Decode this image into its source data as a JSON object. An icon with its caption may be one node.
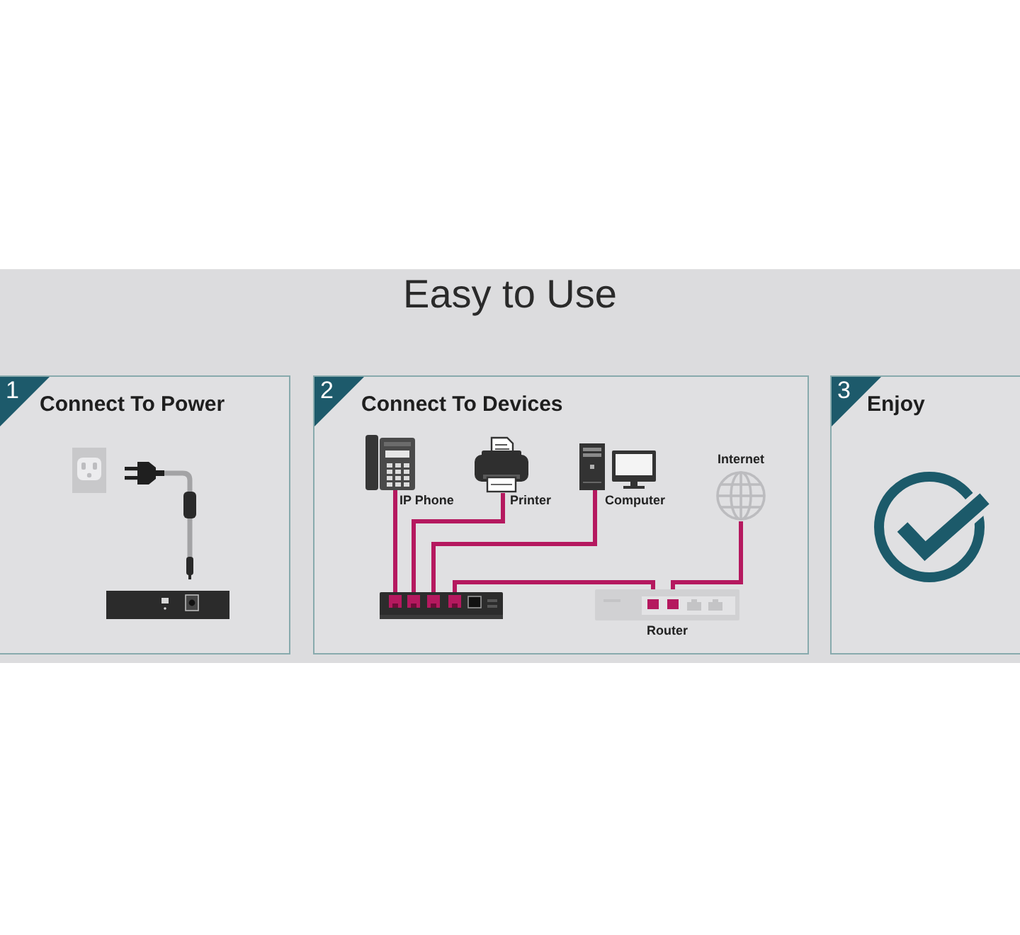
{
  "diagram": {
    "title": "Easy to Use",
    "nodes": [
      {
        "text": [
          "1",
          "Connect To Power"
        ]
      },
      {
        "text": [
          "2",
          "Connect To Devices"
        ]
      },
      {
        "text": [],
        "shape": "picture",
        "in": 1,
        "beside": [
          "IP Phone"
        ]
      },
      {
        "text": [],
        "shape": "picture",
        "in": 1,
        "beside": [
          "Printer"
        ]
      },
      {
        "text": [],
        "shape": "picture",
        "in": 1,
        "beside": [
          "Computer"
        ]
      },
      {
        "text": [],
        "shape": "picture",
        "in": 1,
        "beside": [
          "Internet"
        ]
      },
      {
        "text": [],
        "shape": "picture",
        "in": 1
      },
      {
        "text": [],
        "shape": "picture",
        "in": 1,
        "beside": [
          "Router"
        ]
      },
      {
        "text": [
          "3",
          "Enjoy"
        ]
      }
    ],
    "edges": [
      {
        "from": 2,
        "to": 6,
        "arrow": "none"
      },
      {
        "from": 3,
        "to": 6,
        "arrow": "none"
      },
      {
        "from": 4,
        "to": 6,
        "arrow": "none"
      },
      {
        "from": 6,
        "to": 7,
        "arrow": "none"
      },
      {
        "from": 5,
        "to": 7,
        "arrow": "none"
      }
    ]
  }
}
